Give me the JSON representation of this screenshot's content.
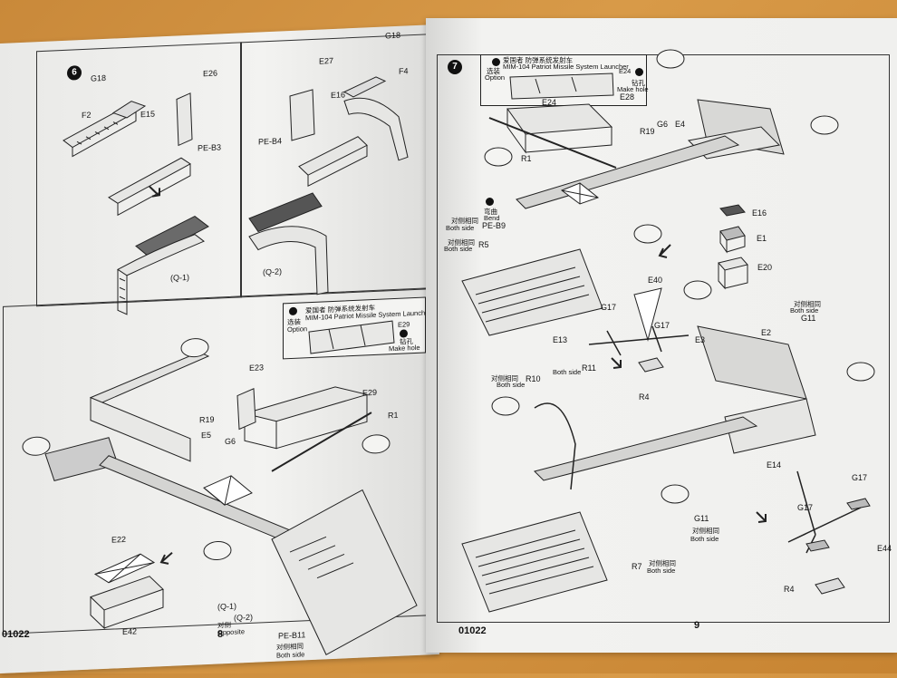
{
  "left_page": {
    "page_number": "8",
    "product_code": "01022",
    "step6": {
      "number": "6",
      "labels": {
        "g18": "G18",
        "e26": "E26",
        "f2": "F2",
        "e15": "E15",
        "pe_b3": "PE-B3",
        "q1": "(Q-1)",
        "e27": "E27",
        "e16": "E16",
        "pe_b4": "PE-B4",
        "f4": "F4",
        "g18_b": "G18",
        "q2": "(Q-2)"
      }
    },
    "callout": {
      "option_cn": "选装",
      "option": "Option",
      "title_cn": "爱国者 防弹系统发射车",
      "title": "MIM-104 Patriot Missile System Launcher",
      "part": "E29",
      "make_hole_cn": "钻孔",
      "make_hole": "Make hole"
    },
    "main": {
      "labels": {
        "e23": "E23",
        "e29": "E29",
        "r1": "R1",
        "r19": "R19",
        "e5": "E5",
        "g6": "G6",
        "e22": "E22",
        "e42": "E42",
        "q1q2": "(Q-1)",
        "q2": "(Q-2)",
        "opposite_cn": "对侧",
        "opposite": "Opposite",
        "pe_b11": "PE-B11",
        "both_side_cn": "对侧相同",
        "both_side": "Both side"
      }
    }
  },
  "right_page": {
    "page_number": "9",
    "product_code": "01022",
    "step7": {
      "number": "7",
      "callout": {
        "title_cn": "爱国者 防弹系统发射车",
        "title": "MIM-104 Patriot Missile System Launcher",
        "option_cn": "选装",
        "option": "Option",
        "part": "E24",
        "make_hole_cn": "钻孔",
        "make_hole": "Make hole"
      },
      "labels": {
        "e24": "E24",
        "e28": "E28",
        "r19": "R19",
        "g6": "G6",
        "e4": "E4",
        "r1": "R1",
        "bend_cn": "弯曲",
        "bend": "Bend",
        "pe_b9": "PE-B9",
        "both_side_cn_1": "对侧相同",
        "both_side_1": "Both side",
        "both_side_cn_2": "对侧相同",
        "both_side_2": "Both side",
        "r5": "R5",
        "e16": "E16",
        "e1": "E1",
        "e20": "E20",
        "e40": "E40",
        "g17_a": "G17",
        "g17_b": "G17",
        "e13": "E13",
        "e3": "E3",
        "e2": "E2",
        "both_side_cn_3": "对侧相同",
        "both_side_3": "Both side",
        "g11_a": "G11",
        "r10_both_cn": "对侧相同",
        "r10_both": "Both side",
        "r10_both_a": "Both side",
        "r10": "R10",
        "r11": "R11",
        "r4_a": "R4",
        "e14": "E14",
        "g17_c": "G17",
        "g17_d": "G17",
        "g11_b": "G11",
        "both_side_cn_4": "对侧相同",
        "both_side_4": "Both side",
        "e44": "E44",
        "r7": "R7",
        "both_side_cn_5": "对侧相同",
        "both_side_5": "Both side",
        "r4_b": "R4"
      }
    }
  },
  "colors": {
    "background": "#cd8c3c",
    "paper": "#f1f1ef",
    "ink": "#111111"
  }
}
